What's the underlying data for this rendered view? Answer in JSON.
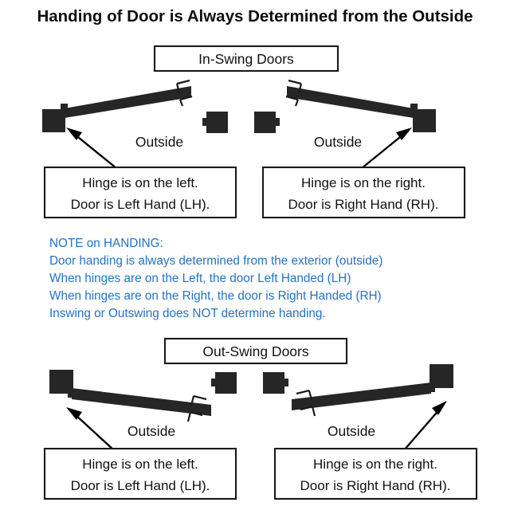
{
  "page": {
    "title": "Handing of Door is Always Determined from the Outside",
    "background": "#ffffff",
    "text_color": "#111111",
    "note_color": "#2272c8",
    "block_color": "#262626"
  },
  "sections": {
    "inswing": {
      "heading": "In-Swing Doors",
      "left": {
        "outside_label": "Outside",
        "callout_line1": "Hinge is on the left.",
        "callout_line2": "Door is Left Hand (LH)."
      },
      "right": {
        "outside_label": "Outside",
        "callout_line1": "Hinge is on the right.",
        "callout_line2": "Door is Right Hand (RH)."
      }
    },
    "outswing": {
      "heading": "Out-Swing Doors",
      "left": {
        "outside_label": "Outside",
        "callout_line1": "Hinge is on the left.",
        "callout_line2": "Door is Left Hand (LH)."
      },
      "right": {
        "outside_label": "Outside",
        "callout_line1": "Hinge is on the right.",
        "callout_line2": "Door is Right Hand (RH)."
      }
    }
  },
  "note": {
    "heading": "NOTE on HANDING:",
    "lines": [
      "Door handing is always determined from the exterior (outside)",
      "When hinges are on the Left, the door Left Handed (LH)",
      "When hinges are on the Right, the door is Right Handed (RH)",
      "Inswing or Outswing does NOT determine handing."
    ]
  }
}
